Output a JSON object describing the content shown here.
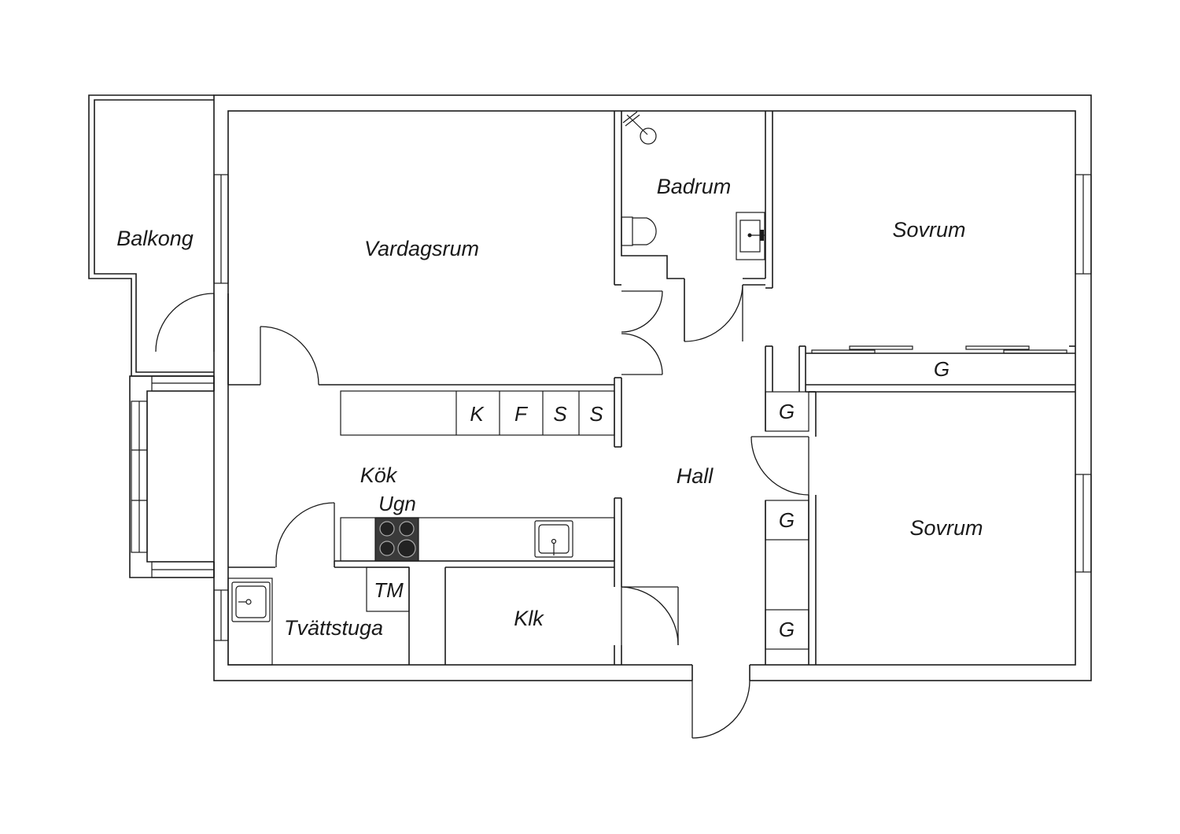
{
  "rooms": {
    "balkong": "Balkong",
    "vardagsrum": "Vardagsrum",
    "badrum": "Badrum",
    "sovrum_1": "Sovrum",
    "sovrum_2": "Sovrum",
    "kok": "Kök",
    "hall": "Hall",
    "klk": "Klk",
    "tvattstuga": "Tvättstuga"
  },
  "fixtures": {
    "kyl": "K",
    "frys": "F",
    "skap_1": "S",
    "skap_2": "S",
    "ugn": "Ugn",
    "tvattmaskin": "TM",
    "garderob_1": "G",
    "garderob_2": "G",
    "garderob_3": "G",
    "garderob_4": "G"
  },
  "icons": [
    "stove-icon",
    "sink-icon",
    "shower-icon",
    "toilet-icon",
    "washbasin-icon"
  ]
}
